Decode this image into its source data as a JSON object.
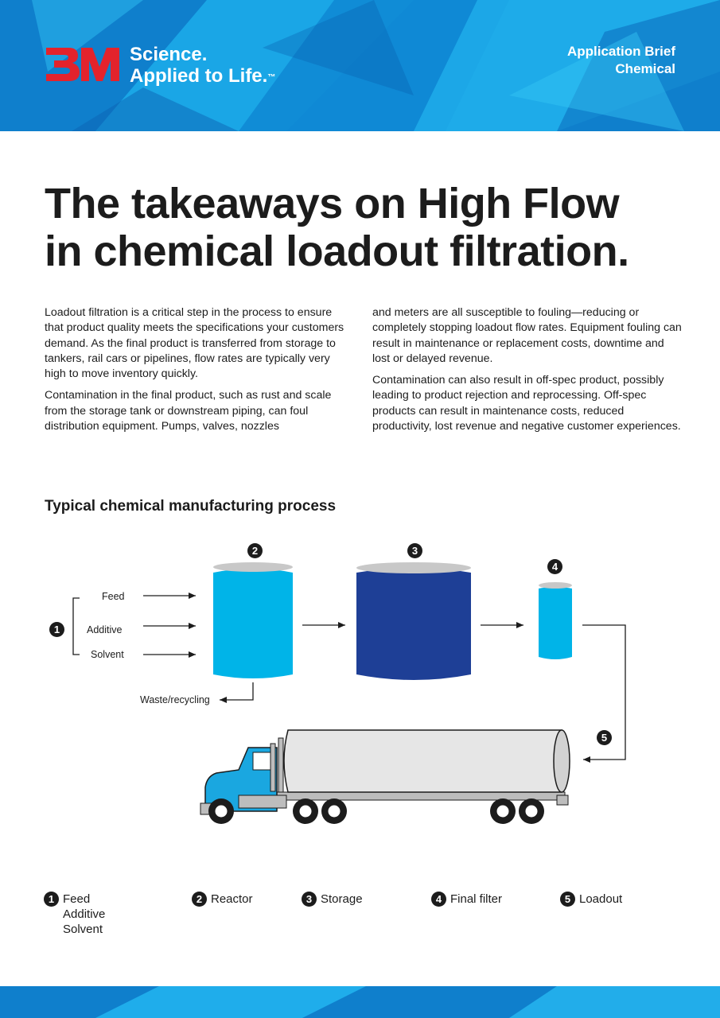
{
  "header": {
    "logo_text": "3M",
    "tagline_line1": "Science.",
    "tagline_line2": "Applied to Life.",
    "trademark": "™",
    "doc_type": "Application Brief",
    "industry": "Chemical",
    "colors": {
      "blue_light": "#1ea7e6",
      "blue_dark": "#0b6fc0",
      "logo_red": "#e3232c"
    }
  },
  "title": {
    "line1": "The takeaways on High Flow",
    "line2": "in chemical loadout filtration."
  },
  "body": {
    "left": [
      "Loadout filtration is a critical step in the process to ensure that product quality meets the specifications your customers demand. As the final product is transferred from storage to tankers, rail cars or pipelines, flow rates are typically very high to move inventory quickly.",
      "Contamination in the final product, such as rust and scale from the storage tank or downstream piping, can foul distribution equipment. Pumps, valves, nozzles"
    ],
    "right": [
      "and meters are all susceptible to fouling—reducing or completely stopping loadout flow rates. Equipment fouling can result in maintenance or replacement costs, downtime and lost or delayed revenue.",
      "Contamination can also result in off-spec product, possibly leading to product rejection and reprocessing. Off-spec products can result in maintenance costs, reduced productivity, lost revenue and negative customer experiences."
    ]
  },
  "diagram": {
    "title": "Typical chemical manufacturing process",
    "inputs": [
      "Feed",
      "Additive",
      "Solvent"
    ],
    "waste_label": "Waste/recycling",
    "step_numbers": [
      "1",
      "2",
      "3",
      "4",
      "5"
    ],
    "colors": {
      "reactor": "#00b4e8",
      "storage": "#1e3f96",
      "filter": "#00b4e8",
      "lid": "#c8c8c8",
      "truck_cab": "#1aa7e0",
      "tank": "#e6e6e6"
    }
  },
  "legend": [
    {
      "number": "1",
      "lines": [
        "Feed",
        "Additive",
        "Solvent"
      ]
    },
    {
      "number": "2",
      "lines": [
        "Reactor"
      ]
    },
    {
      "number": "3",
      "lines": [
        "Storage"
      ]
    },
    {
      "number": "4",
      "lines": [
        "Final filter"
      ]
    },
    {
      "number": "5",
      "lines": [
        "Loadout"
      ]
    }
  ]
}
